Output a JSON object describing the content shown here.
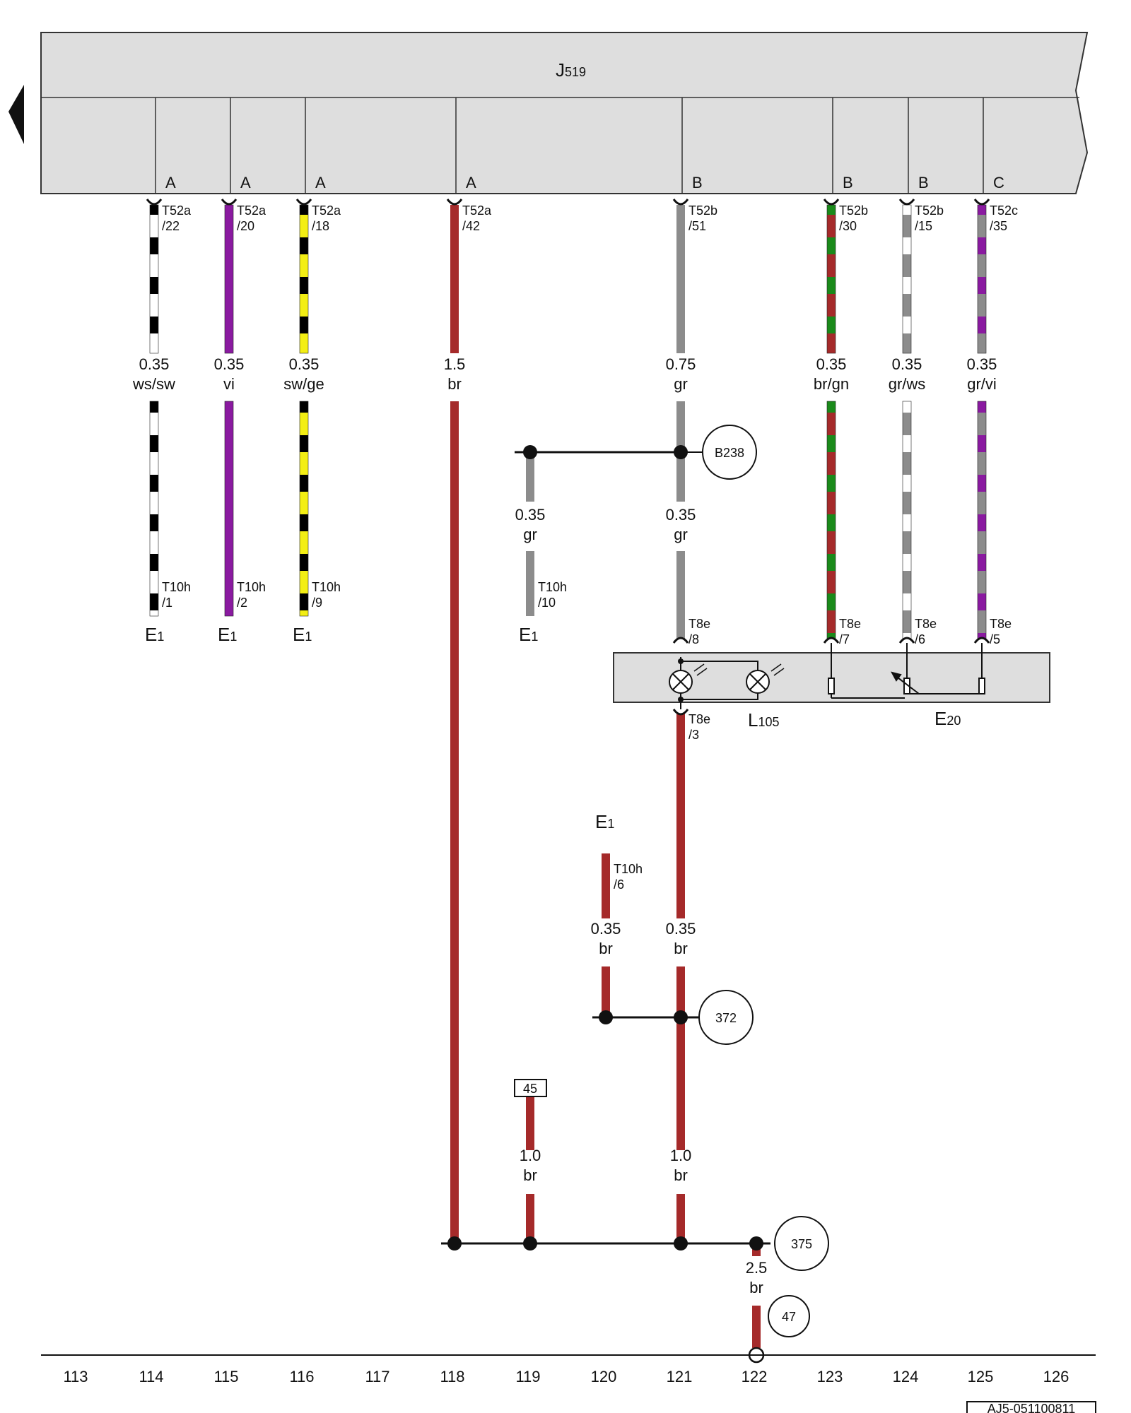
{
  "module": {
    "name_main": "J",
    "name_sub": "519",
    "pin_groups": [
      "A",
      "A",
      "A",
      "A",
      "B",
      "B",
      "B",
      "C"
    ]
  },
  "wires": [
    {
      "id": "w114",
      "connector": "T52a",
      "pin": "/22",
      "gauge": "0.35",
      "color": "ws/sw",
      "end_connector": "T10h",
      "end_pin": "/1",
      "end_component": "E",
      "end_component_sub": "1",
      "c1": "#ffffff",
      "c2": "#000000"
    },
    {
      "id": "w115",
      "connector": "T52a",
      "pin": "/20",
      "gauge": "0.35",
      "color": "vi",
      "end_connector": "T10h",
      "end_pin": "/2",
      "end_component": "E",
      "end_component_sub": "1",
      "c1": "#8a1aa0",
      "c2": "#8a1aa0"
    },
    {
      "id": "w116",
      "connector": "T52a",
      "pin": "/18",
      "gauge": "0.35",
      "color": "sw/ge",
      "end_connector": "T10h",
      "end_pin": "/9",
      "end_component": "E",
      "end_component_sub": "1",
      "c1": "#f3ee14",
      "c2": "#000000"
    },
    {
      "id": "w118",
      "connector": "T52a",
      "pin": "/42",
      "gauge": "1.5",
      "color": "br",
      "c1": "#a52a2a",
      "c2": "#a52a2a"
    },
    {
      "id": "w121",
      "connector": "T52b",
      "pin": "/51",
      "gauge": "0.75",
      "color": "gr",
      "c1": "#8c8c8c",
      "c2": "#8c8c8c"
    },
    {
      "id": "w123",
      "connector": "T52b",
      "pin": "/30",
      "gauge": "0.35",
      "color": "br/gn",
      "end_connector": "T8e",
      "end_pin": "/7",
      "c1": "#a52a2a",
      "c2": "#1a8a1a"
    },
    {
      "id": "w124",
      "connector": "T52b",
      "pin": "/15",
      "gauge": "0.35",
      "color": "gr/ws",
      "end_connector": "T8e",
      "end_pin": "/6",
      "c1": "#8c8c8c",
      "c2": "#ffffff"
    },
    {
      "id": "w125",
      "connector": "T52c",
      "pin": "/35",
      "gauge": "0.35",
      "color": "gr/vi",
      "end_connector": "T8e",
      "end_pin": "/5",
      "c1": "#8c8c8c",
      "c2": "#8a1aa0"
    }
  ],
  "branch_120": {
    "gauge": "0.35",
    "color": "gr",
    "end_connector": "T10h",
    "end_pin": "/10",
    "end_component": "E",
    "end_component_sub": "1"
  },
  "gr_after_split": {
    "gauge": "0.35",
    "color": "gr",
    "end_connector": "T8e",
    "end_pin": "/8"
  },
  "lamp_out": {
    "connector": "T8e",
    "pin": "/3"
  },
  "e1_lower": {
    "component": "E",
    "component_sub": "1",
    "connector": "T10h",
    "pin": "/6",
    "gauge": "0.35",
    "color": "br"
  },
  "br_121_mid": {
    "gauge": "0.35",
    "color": "br"
  },
  "br_121_low": {
    "gauge": "1.0",
    "color": "br"
  },
  "feed_45": {
    "ref": "45",
    "gauge": "1.0",
    "color": "br"
  },
  "ground_wire": {
    "gauge": "2.5",
    "color": "br"
  },
  "components": {
    "L": {
      "name": "L",
      "sub": "105"
    },
    "E20": {
      "name": "E",
      "sub": "20"
    }
  },
  "refs": {
    "b238": "B238",
    "r372": "372",
    "r375": "375",
    "r47": "47"
  },
  "ruler": [
    "113",
    "114",
    "115",
    "116",
    "117",
    "118",
    "119",
    "120",
    "121",
    "122",
    "123",
    "124",
    "125",
    "126"
  ],
  "doc_id": "AJ5-051100811"
}
